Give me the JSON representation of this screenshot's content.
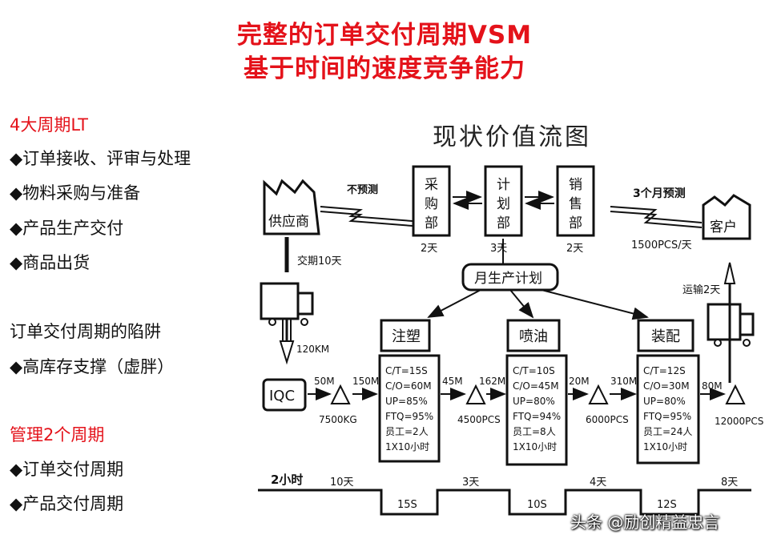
{
  "header": {
    "line1": "完整的订单交付周期VSM",
    "line2": "基于时间的速度竞争能力"
  },
  "left_panel": {
    "section1_title": "4大周期LT",
    "section1_items": [
      "◆订单接收、评审与处理",
      "◆物料采购与准备",
      "◆产品生产交付",
      "◆商品出货"
    ],
    "section2_title": "订单交付周期的陷阱",
    "section2_items": [
      "◆高库存支撑（虚胖）"
    ],
    "section3_title": "管理2个周期",
    "section3_items": [
      "◆订单交付周期",
      "◆产品交付周期"
    ]
  },
  "diagram": {
    "title": "现状价值流图",
    "supplier": "供应商",
    "customer": "客户",
    "no_forecast": "不预测",
    "forecast_3m": "3个月预测",
    "demand": "1500PCS/天",
    "purchase_dept": [
      "采",
      "购",
      "部"
    ],
    "planning_dept": [
      "计",
      "划",
      "部"
    ],
    "sales_dept": [
      "销",
      "售",
      "部"
    ],
    "purchase_days": "2天",
    "planning_days": "3天",
    "sales_days": "2天",
    "monthly_plan": "月生产计划",
    "supplier_delivery": "交期10天",
    "supplier_distance": "120KM",
    "customer_transport": "运输2天",
    "iqc": "IQC",
    "distances": [
      "50M",
      "150M",
      "45M",
      "162M",
      "20M",
      "310M",
      "80M"
    ],
    "inventory": [
      "7500KG",
      "4500PCS",
      "6000PCS",
      "12000PCS"
    ],
    "processes": [
      {
        "name": "注塑",
        "data": [
          "C/T=15S",
          "C/O=60M",
          "UP=85%",
          "FTQ=95%",
          "员工=2人",
          "1X10小时"
        ]
      },
      {
        "name": "喷油",
        "data": [
          "C/T=10S",
          "C/O=45M",
          "UP=80%",
          "FTQ=94%",
          "员工=8人",
          "1X10小时"
        ]
      },
      {
        "name": "装配",
        "data": [
          "C/T=12S",
          "C/O=30M",
          "UP=80%",
          "FTQ=95%",
          "员工=24人",
          "1X10小时"
        ]
      }
    ],
    "timeline_top": [
      "2小时",
      "10天",
      "3天",
      "4天",
      "8天"
    ],
    "timeline_bottom": [
      "15S",
      "10S",
      "12S"
    ]
  },
  "watermark": "头条 @励创精益忠言"
}
